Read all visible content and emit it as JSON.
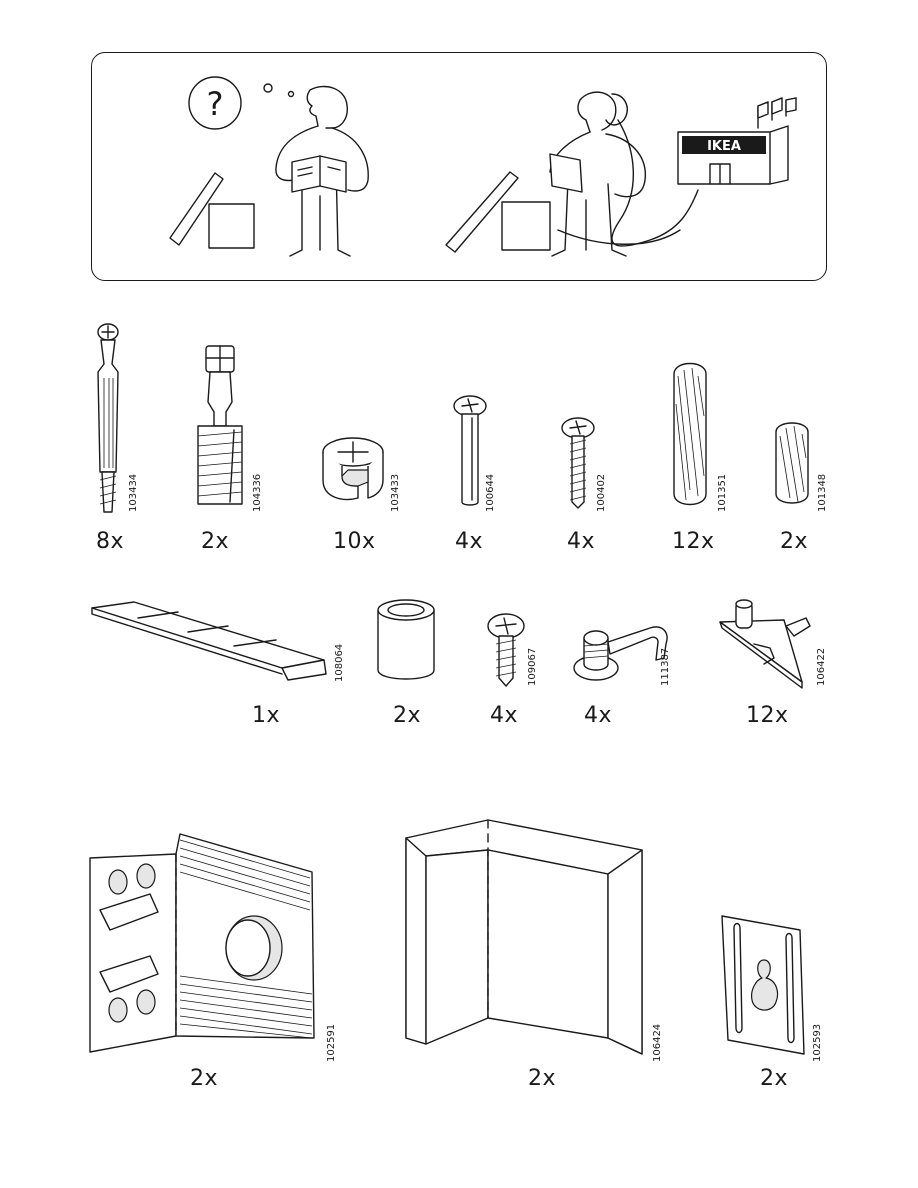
{
  "help_panel": {
    "question_mark": "?",
    "store_sign": "IKEA"
  },
  "parts": [
    {
      "id": "cam-bolt",
      "number": "103434",
      "qty": "8x"
    },
    {
      "id": "cam-dowel",
      "number": "104336",
      "qty": "2x"
    },
    {
      "id": "cam-lock",
      "number": "103433",
      "qty": "10x"
    },
    {
      "id": "long-screw",
      "number": "100644",
      "qty": "4x"
    },
    {
      "id": "short-screw",
      "number": "100402",
      "qty": "4x"
    },
    {
      "id": "long-dowel",
      "number": "101351",
      "qty": "12x"
    },
    {
      "id": "short-dowel",
      "number": "101348",
      "qty": "2x"
    },
    {
      "id": "felt-strip",
      "number": "108064",
      "qty": "1x"
    },
    {
      "id": "spacer-tube",
      "number": "",
      "qty": "2x"
    },
    {
      "id": "small-screw",
      "number": "109067",
      "qty": "4x"
    },
    {
      "id": "cable-clip",
      "number": "111387",
      "qty": "4x"
    },
    {
      "id": "shelf-support",
      "number": "106422",
      "qty": "12x"
    },
    {
      "id": "angle-bracket",
      "number": "102591",
      "qty": "2x"
    },
    {
      "id": "corner-block",
      "number": "106424",
      "qty": "2x"
    },
    {
      "id": "keyhole-plate",
      "number": "102593",
      "qty": "2x"
    }
  ]
}
